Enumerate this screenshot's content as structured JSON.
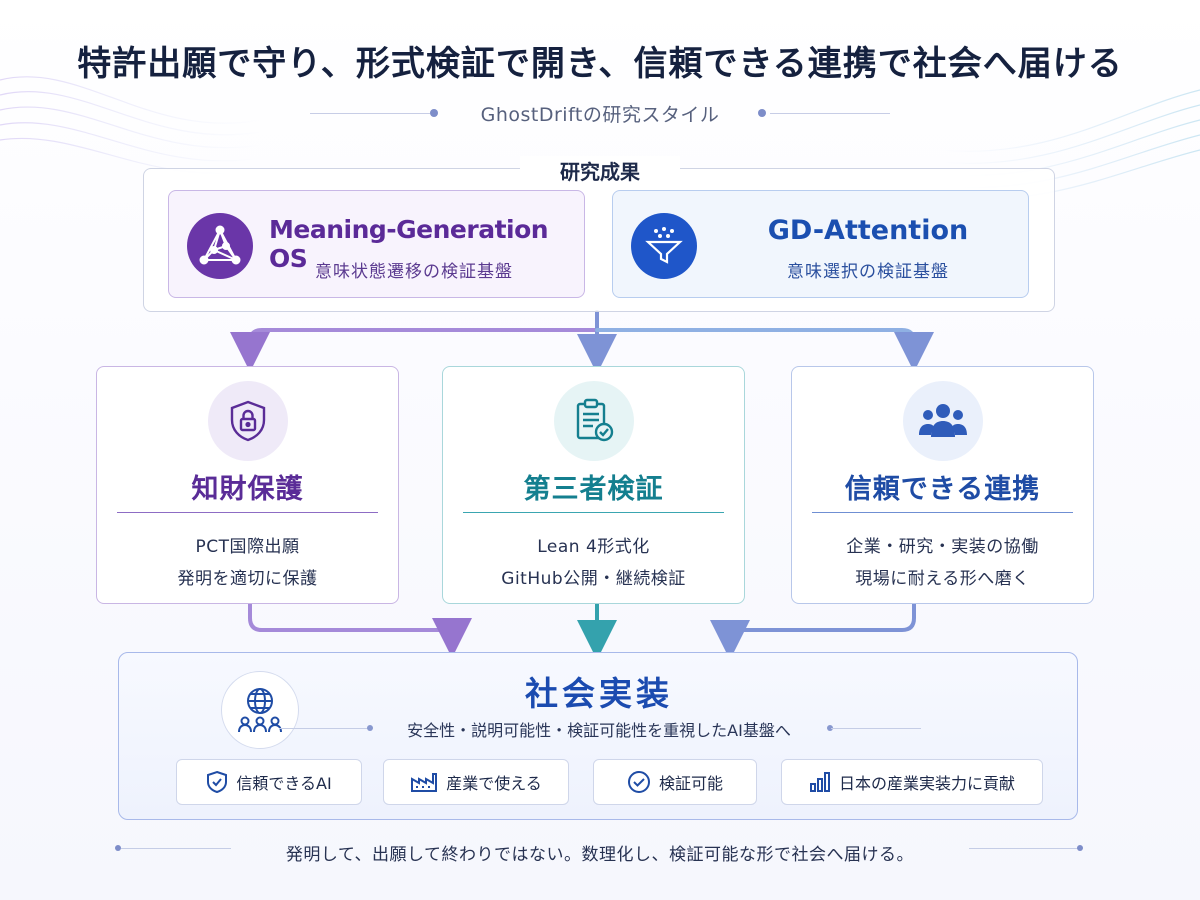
{
  "header": {
    "title": "特許出願で守り、形式検証で開き、信頼できる連携で社会へ届ける",
    "subtitle": "GhostDriftの研究スタイル"
  },
  "results": {
    "label": "研究成果",
    "cards": [
      {
        "title": "Meaning-Generation OS",
        "subtitle": "意味状態遷移の検証基盤",
        "icon": "network-triangle-icon"
      },
      {
        "title": "GD-Attention",
        "subtitle": "意味選択の検証基盤",
        "icon": "funnel-icon"
      }
    ]
  },
  "pillars": [
    {
      "title": "知財保護",
      "lines": [
        "PCT国際出願",
        "発明を適切に保護"
      ],
      "icon": "shield-lock-icon",
      "accent": "#5a2c97"
    },
    {
      "title": "第三者検証",
      "lines": [
        "Lean 4形式化",
        "GitHub公開・継続検証"
      ],
      "icon": "clipboard-check-icon",
      "accent": "#147f8f"
    },
    {
      "title": "信頼できる連携",
      "lines": [
        "企業・研究・実装の協働",
        "現場に耐える形へ磨く"
      ],
      "icon": "people-group-icon",
      "accent": "#1f4ca5"
    }
  ],
  "implementation": {
    "title": "社会実装",
    "subtitle": "安全性・説明可能性・検証可能性を重視したAI基盤へ",
    "icon": "globe-people-icon",
    "chips": [
      {
        "label": "信頼できるAI",
        "icon": "shield-check-icon"
      },
      {
        "label": "産業で使える",
        "icon": "factory-icon"
      },
      {
        "label": "検証可能",
        "icon": "check-circle-icon"
      },
      {
        "label": "日本の産業実装力に貢献",
        "icon": "bar-chart-icon"
      }
    ]
  },
  "footer": {
    "text": "発明して、出願して終わりではない。数理化し、検証可能な形で社会へ届ける。"
  },
  "colors": {
    "purple": "#5b2a98",
    "teal": "#147f8f",
    "blue": "#1b4bb0",
    "navy": "#15213f"
  }
}
